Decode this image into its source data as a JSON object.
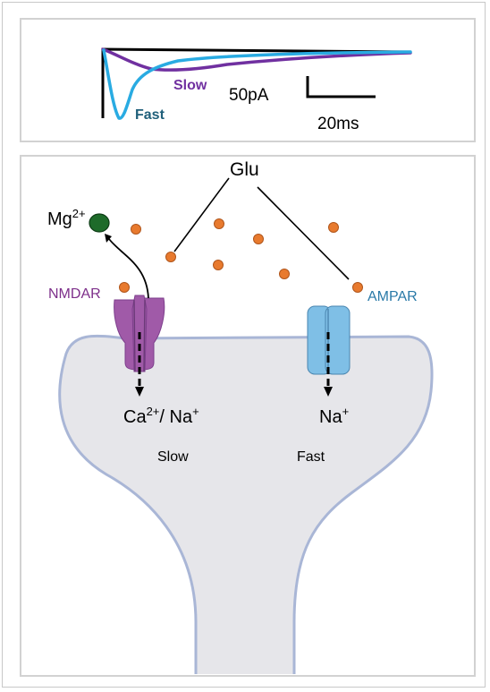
{
  "trace": {
    "slow_label": "Slow",
    "fast_label": "Fast",
    "current_scale": "50pA",
    "time_scale": "20ms",
    "slow_color": "#7030a0",
    "fast_color": "#29abe2",
    "fast_label_color": "#1f5f7a"
  },
  "diagram": {
    "ligand_label": "Glu",
    "blocker_label": "Mg",
    "blocker_charge": "2+",
    "nmdar": {
      "name": "NMDAR",
      "ion_ca": "Ca",
      "ion_ca_charge": "2+",
      "ion_separator": "/ Na",
      "ion_na_charge": "+",
      "kinetics": "Slow",
      "color": "#a05aa8"
    },
    "ampar": {
      "name": "AMPAR",
      "ion_na": "Na",
      "ion_na_charge": "+",
      "kinetics": "Fast",
      "color": "#7fbfe6"
    },
    "glutamate_color": "#e87a2e",
    "mg_color": "#1e6b2a",
    "spine_fill": "#e6e6ea",
    "spine_stroke": "#a9b6d6"
  }
}
